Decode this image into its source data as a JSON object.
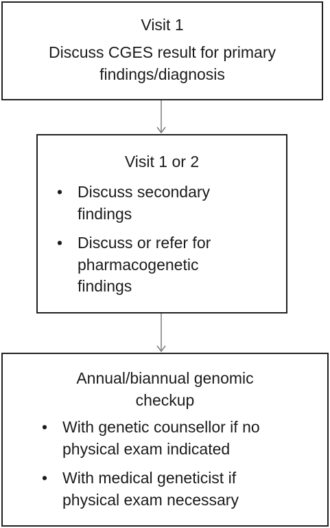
{
  "box1": {
    "title": "Visit 1",
    "lines": [
      "Discuss CGES result for primary",
      "findings/diagnosis"
    ]
  },
  "box2": {
    "title": "Visit 1 or 2",
    "bullets": [
      [
        "Discuss secondary",
        "findings"
      ],
      [
        "Discuss or refer for",
        "pharmacogenetic",
        "findings"
      ]
    ]
  },
  "box3": {
    "title_lines": [
      "Annual/biannual genomic",
      "checkup"
    ],
    "bullets": [
      [
        "With genetic counsellor if no",
        "physical exam indicated"
      ],
      [
        "With medical geneticist if",
        "physical exam necessary"
      ]
    ]
  },
  "bullet_char": "•",
  "colors": {
    "border": "#1f1f1f",
    "arrow": "#7a7a7a",
    "text": "#1a1a1a"
  }
}
